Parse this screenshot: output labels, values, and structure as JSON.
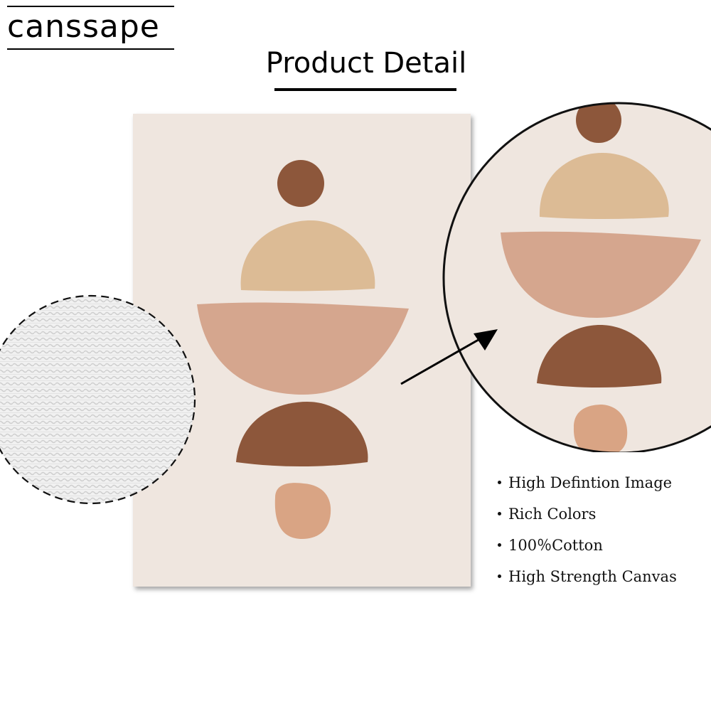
{
  "brand": {
    "logo_text": "canssape"
  },
  "header": {
    "title": "Product Detail"
  },
  "features": [
    "High Defintion Image",
    "Rich Colors",
    "100％Cotton",
    "High Strength Canvas"
  ],
  "colors": {
    "canvas_background": "#efe6df",
    "dark_brown": "#8d573b",
    "sand": "#dcbb95",
    "blush": "#d5a68e",
    "terracotta": "#d9a484",
    "text": "#111111"
  },
  "icons": [
    "bullet-dot-icon",
    "arrow-icon"
  ]
}
